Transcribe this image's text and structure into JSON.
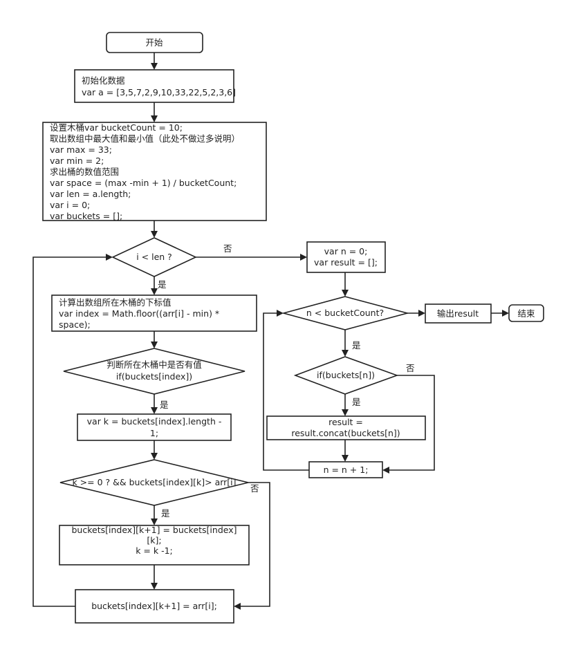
{
  "nodes": {
    "start": "开始",
    "init": [
      "初始化数据",
      "var a = [3,5,7,2,9,10,33,22,5,2,3,6]"
    ],
    "setup": [
      "设置木桶var bucketCount = 10;",
      "取出数组中最大值和最小值（此处不做过多说明）",
      "var max = 33;",
      "var min = 2;",
      "求出桶的数值范围",
      "var space = (max -min + 1) / bucketCount;",
      "var len = a.length;",
      "var i = 0;",
      "var buckets = [];"
    ],
    "loop_i": "i < len ?",
    "calc_index": [
      "计算出数组所在木桶的下标值",
      "var index = Math.floor((arr[i] - min) *",
      "space);"
    ],
    "check_bucket": [
      "判断所在木桶中是否有值",
      "if(buckets[index])"
    ],
    "set_k": [
      "var k = buckets[index].length -",
      "1;"
    ],
    "loop_k": "k >= 0 ? && buckets[index][k]> arr[i]",
    "shift": [
      "buckets[index][k+1] = buckets[index]",
      "[k];",
      "k = k -1;"
    ],
    "assign": "buckets[index][k+1] = arr[i];",
    "init_n": [
      "var n = 0;",
      "var result = [];"
    ],
    "loop_n": "n < bucketCount?",
    "output": "输出result",
    "end": "结束",
    "check_n": "if(buckets[n])",
    "concat": [
      "result =",
      "result.concat(buckets[n])"
    ],
    "increment": "n = n + 1;"
  },
  "edge_labels": {
    "yes": "是",
    "no": "否"
  }
}
